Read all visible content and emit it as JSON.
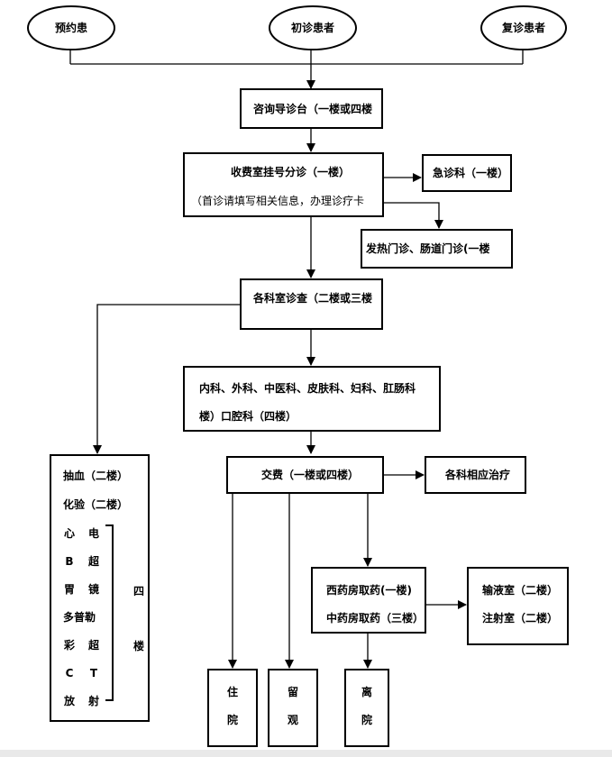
{
  "patients": {
    "appointment": "预约患",
    "first_visit": "初诊患者",
    "return_visit": "复诊患者"
  },
  "consult_desk": "咨询导诊台（一楼或四楼",
  "registration": {
    "title": "收费室挂号分诊（一楼）",
    "note": "（首诊请填写相关信息，办理诊疗卡"
  },
  "emergency": "急诊科（一楼）",
  "fever_clinic": "发热门诊、肠道门诊(一楼",
  "dept_exam": "各科室诊查（二楼或三楼",
  "departments": {
    "line1": "内科、外科、中医科、皮肤科、妇科、肛肠科",
    "line2": "楼）口腔科（四楼）"
  },
  "tests": {
    "blood_draw": "抽血（二楼）",
    "lab": "化验（二楼）",
    "imaging": [
      [
        "心",
        "电"
      ],
      [
        "B",
        "超"
      ],
      [
        "胃",
        "镜"
      ],
      [
        "多普勒"
      ],
      [
        "彩",
        "超"
      ],
      [
        "C",
        "T"
      ],
      [
        "放",
        "射"
      ]
    ],
    "floor_label": [
      "四",
      "楼"
    ]
  },
  "payment": "交费（一楼或四楼）",
  "treatment": "各科相应治疗",
  "pharmacy": {
    "western": "西药房取药(一楼)",
    "chinese": "中药房取药（三楼）"
  },
  "infusion": {
    "infusion_room": "输液室（二楼）",
    "injection_room": "注射室（二楼）"
  },
  "outcomes": {
    "admission": [
      "住",
      "院"
    ],
    "observation": [
      "留",
      "观"
    ],
    "discharge": [
      "离",
      "院"
    ]
  }
}
